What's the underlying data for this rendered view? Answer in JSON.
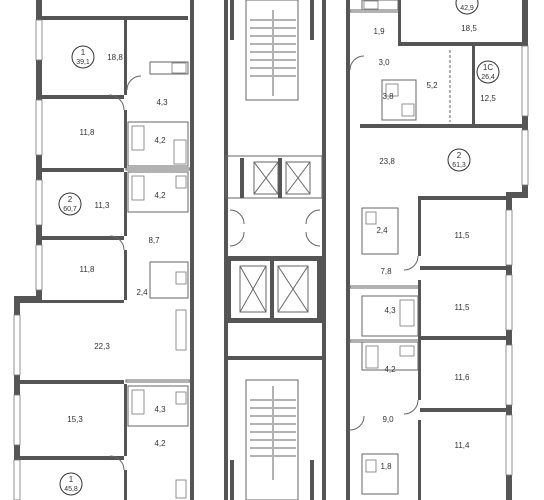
{
  "colors": {
    "wall": "#555555",
    "line": "#666666",
    "badge": "#333333",
    "background": "#ffffff"
  },
  "units": [
    {
      "id": "u1",
      "rooms": "1",
      "area": "39,1"
    },
    {
      "id": "u2",
      "rooms": "2",
      "area": "60,7"
    },
    {
      "id": "u3",
      "rooms": "1",
      "area": "45,8"
    },
    {
      "id": "u4",
      "rooms": "",
      "area": "42,9"
    },
    {
      "id": "u5",
      "rooms": "1С",
      "area": "26,4"
    },
    {
      "id": "u6",
      "rooms": "2",
      "area": "61,3"
    }
  ],
  "rooms": [
    {
      "id": "r1",
      "label": "18,8"
    },
    {
      "id": "r2",
      "label": "4,3"
    },
    {
      "id": "r3",
      "label": "11,8"
    },
    {
      "id": "r4",
      "label": "4,2"
    },
    {
      "id": "r5",
      "label": "4,2"
    },
    {
      "id": "r6",
      "label": "11,3"
    },
    {
      "id": "r7",
      "label": "8,7"
    },
    {
      "id": "r8",
      "label": "11,8"
    },
    {
      "id": "r9",
      "label": "2,4"
    },
    {
      "id": "r10",
      "label": "22,3"
    },
    {
      "id": "r11",
      "label": "15,3"
    },
    {
      "id": "r12",
      "label": "4,3"
    },
    {
      "id": "r13",
      "label": "4,2"
    },
    {
      "id": "r14",
      "label": "18,5"
    },
    {
      "id": "r15",
      "label": "1,9"
    },
    {
      "id": "r16",
      "label": "3,0"
    },
    {
      "id": "r17",
      "label": "3,8"
    },
    {
      "id": "r18",
      "label": "5,2"
    },
    {
      "id": "r19",
      "label": "12,5"
    },
    {
      "id": "r20",
      "label": "23,8"
    },
    {
      "id": "r21",
      "label": "2,4"
    },
    {
      "id": "r22",
      "label": "11,5"
    },
    {
      "id": "r23",
      "label": "7,8"
    },
    {
      "id": "r24",
      "label": "11,5"
    },
    {
      "id": "r25",
      "label": "4,3"
    },
    {
      "id": "r26",
      "label": "4,2"
    },
    {
      "id": "r27",
      "label": "11,6"
    },
    {
      "id": "r28",
      "label": "9,0"
    },
    {
      "id": "r29",
      "label": "11,4"
    },
    {
      "id": "r30",
      "label": "1,8"
    }
  ]
}
